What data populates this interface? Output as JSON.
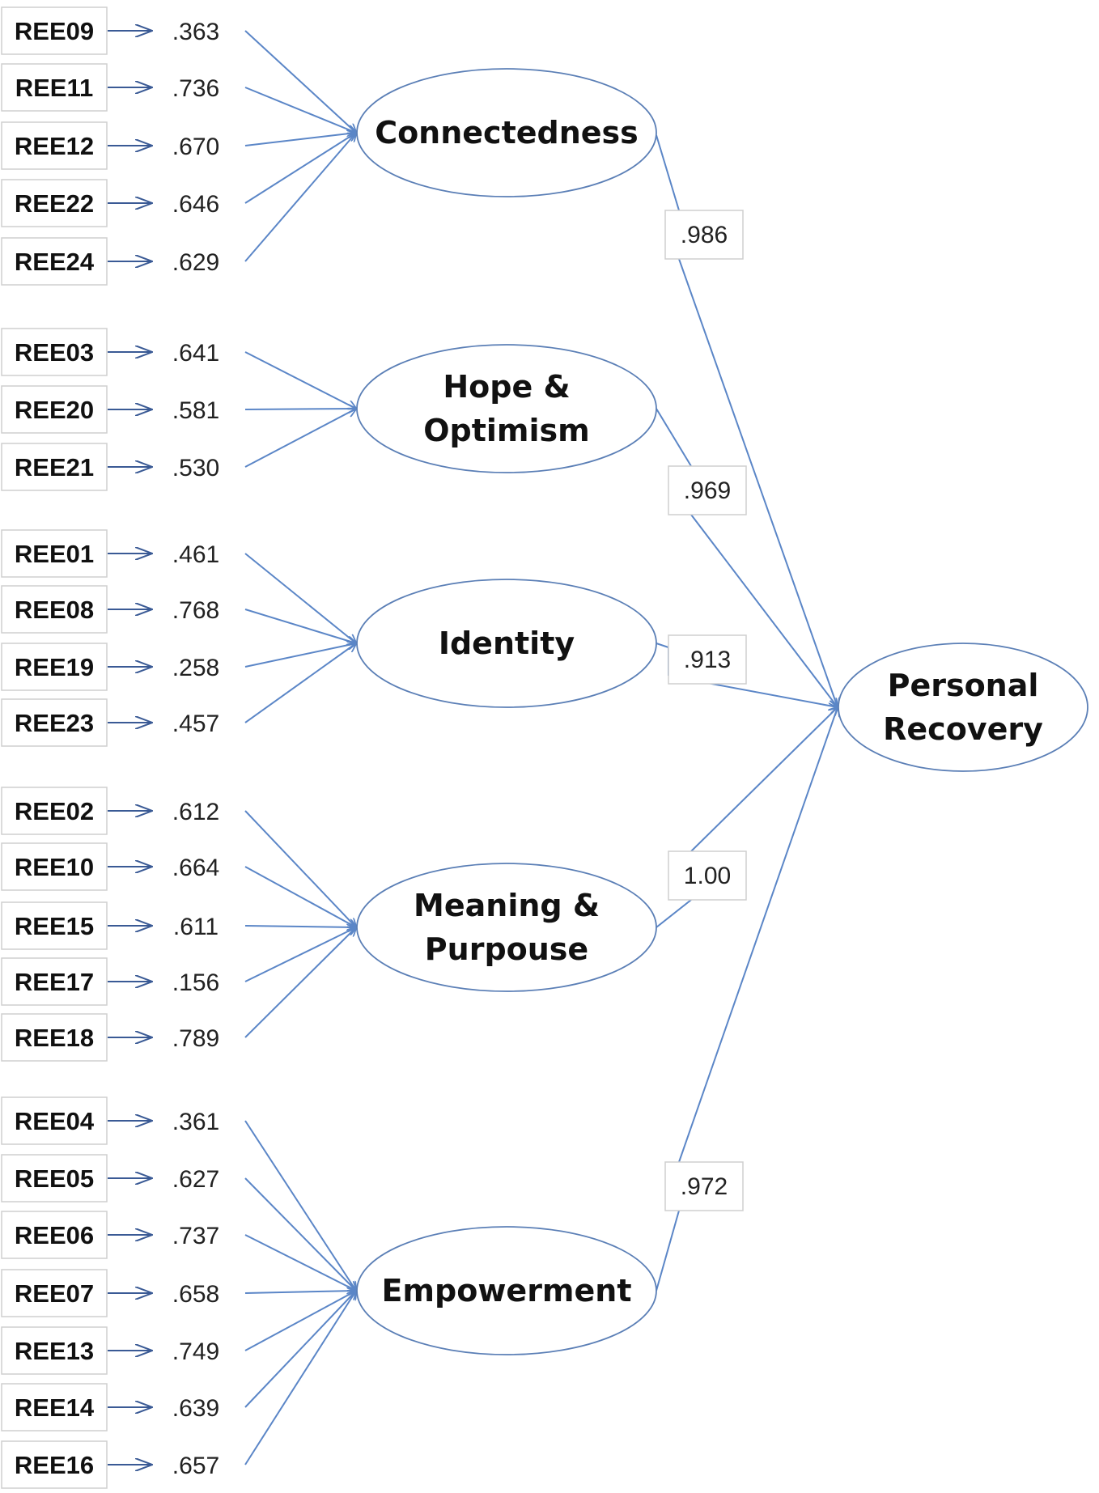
{
  "target": {
    "label_lines": [
      "Personal",
      "Recovery"
    ]
  },
  "factors": [
    {
      "id": "connectedness",
      "label_lines": [
        "Connectedness"
      ],
      "weight": ".986",
      "items": [
        {
          "code": "REE09",
          "loading": ".363"
        },
        {
          "code": "REE11",
          "loading": ".736"
        },
        {
          "code": "REE12",
          "loading": ".670"
        },
        {
          "code": "REE22",
          "loading": ".646"
        },
        {
          "code": "REE24",
          "loading": ".629"
        }
      ]
    },
    {
      "id": "hope",
      "label_lines": [
        "Hope &",
        "Optimism"
      ],
      "weight": ".969",
      "items": [
        {
          "code": "REE03",
          "loading": ".641"
        },
        {
          "code": "REE20",
          "loading": ".581"
        },
        {
          "code": "REE21",
          "loading": ".530"
        }
      ]
    },
    {
      "id": "identity",
      "label_lines": [
        "Identity"
      ],
      "weight": ".913",
      "items": [
        {
          "code": "REE01",
          "loading": ".461"
        },
        {
          "code": "REE08",
          "loading": ".768"
        },
        {
          "code": "REE19",
          "loading": ".258"
        },
        {
          "code": "REE23",
          "loading": ".457"
        }
      ]
    },
    {
      "id": "meaning",
      "label_lines": [
        "Meaning  &",
        "Purpouse"
      ],
      "weight": "1.00",
      "items": [
        {
          "code": "REE02",
          "loading": ".612"
        },
        {
          "code": "REE10",
          "loading": ".664"
        },
        {
          "code": "REE15",
          "loading": ".611"
        },
        {
          "code": "REE17",
          "loading": ".156"
        },
        {
          "code": "REE18",
          "loading": ".789"
        }
      ]
    },
    {
      "id": "empowerment",
      "label_lines": [
        "Empowerment"
      ],
      "weight": ".972",
      "items": [
        {
          "code": "REE04",
          "loading": ".361"
        },
        {
          "code": "REE05",
          "loading": ".627"
        },
        {
          "code": "REE06",
          "loading": ".737"
        },
        {
          "code": "REE07",
          "loading": ".658"
        },
        {
          "code": "REE13",
          "loading": ".749"
        },
        {
          "code": "REE14",
          "loading": ".639"
        },
        {
          "code": "REE16",
          "loading": ".657"
        }
      ]
    }
  ]
}
